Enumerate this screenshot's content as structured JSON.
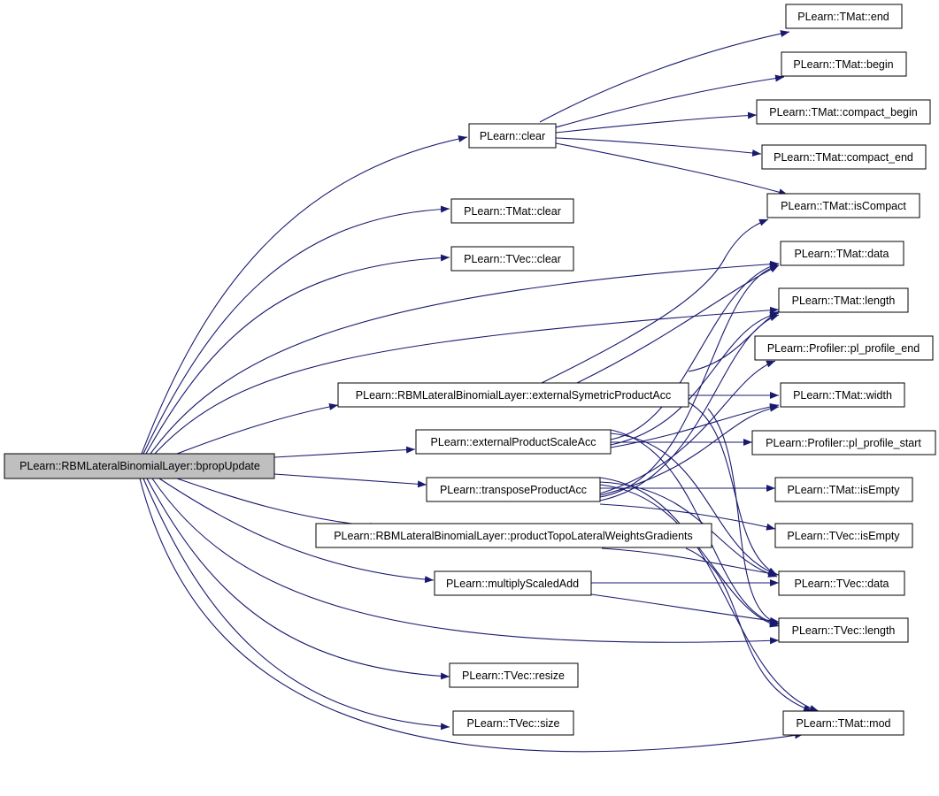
{
  "colors": {
    "edge": "#191970",
    "node_fill": "#ffffff",
    "root_fill": "#bfbfbf",
    "border": "#000000"
  },
  "root": "PLearn::RBMLateralBinomialLayer::bpropUpdate",
  "nodes": {
    "root": "PLearn::RBMLateralBinomialLayer::bpropUpdate",
    "clear": "PLearn::clear",
    "tmat_clear": "PLearn::TMat::clear",
    "tvec_clear": "PLearn::TVec::clear",
    "ext_sym": "PLearn::RBMLateralBinomialLayer::externalSymetricProductAcc",
    "ext_scale": "PLearn::externalProductScaleAcc",
    "transpose": "PLearn::transposeProductAcc",
    "topo": "PLearn::RBMLateralBinomialLayer::productTopoLateralWeightsGradients",
    "multiply": "PLearn::multiplyScaledAdd",
    "tvec_resize": "PLearn::TVec::resize",
    "tvec_size": "PLearn::TVec::size",
    "tmat_end": "PLearn::TMat::end",
    "tmat_begin": "PLearn::TMat::begin",
    "tmat_compact_begin": "PLearn::TMat::compact_begin",
    "tmat_compact_end": "PLearn::TMat::compact_end",
    "tmat_iscompact": "PLearn::TMat::isCompact",
    "tmat_data": "PLearn::TMat::data",
    "tmat_length": "PLearn::TMat::length",
    "prof_end": "PLearn::Profiler::pl_profile_end",
    "tmat_width": "PLearn::TMat::width",
    "prof_start": "PLearn::Profiler::pl_profile_start",
    "tmat_isempty": "PLearn::TMat::isEmpty",
    "tvec_isempty": "PLearn::TVec::isEmpty",
    "tvec_data": "PLearn::TVec::data",
    "tvec_length": "PLearn::TVec::length",
    "tmat_mod": "PLearn::TMat::mod"
  }
}
